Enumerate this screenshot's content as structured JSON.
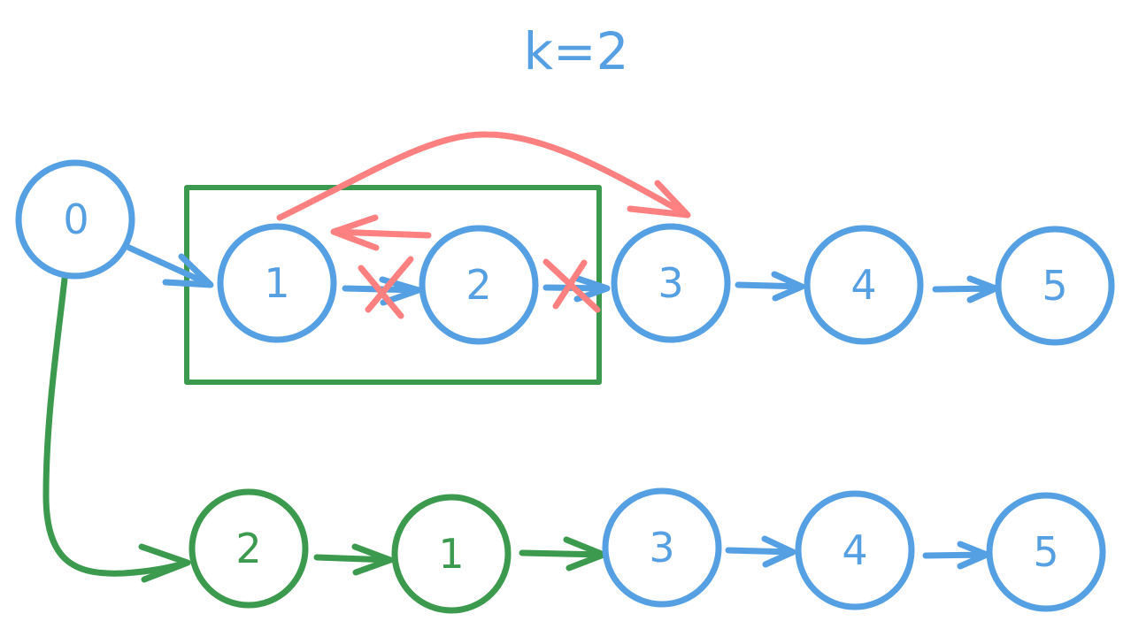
{
  "title": "k=2",
  "colors": {
    "blue": "#559fe3",
    "green": "#3b9a4d",
    "red": "#ff8080",
    "background": "#ffffff"
  },
  "original_list": {
    "dummy": {
      "label": "0",
      "color": "blue"
    },
    "nodes": [
      {
        "label": "1",
        "color": "blue"
      },
      {
        "label": "2",
        "color": "blue"
      },
      {
        "label": "3",
        "color": "blue"
      },
      {
        "label": "4",
        "color": "blue"
      },
      {
        "label": "5",
        "color": "blue"
      }
    ],
    "group_box": {
      "contains": [
        "1",
        "2"
      ],
      "color": "green"
    },
    "removed_links": [
      {
        "from": "1",
        "to": "2",
        "mark": "x"
      },
      {
        "from": "2",
        "to": "3",
        "mark": "x"
      }
    ],
    "new_links": [
      {
        "from": "2",
        "to": "1",
        "color": "red",
        "style": "straight"
      },
      {
        "from": "1",
        "to": "3",
        "color": "red",
        "style": "curved"
      }
    ]
  },
  "result_list": {
    "connector": {
      "from": "0",
      "to": "2",
      "color": "green"
    },
    "nodes": [
      {
        "label": "2",
        "color": "green"
      },
      {
        "label": "1",
        "color": "green"
      },
      {
        "label": "3",
        "color": "blue"
      },
      {
        "label": "4",
        "color": "blue"
      },
      {
        "label": "5",
        "color": "blue"
      }
    ]
  }
}
